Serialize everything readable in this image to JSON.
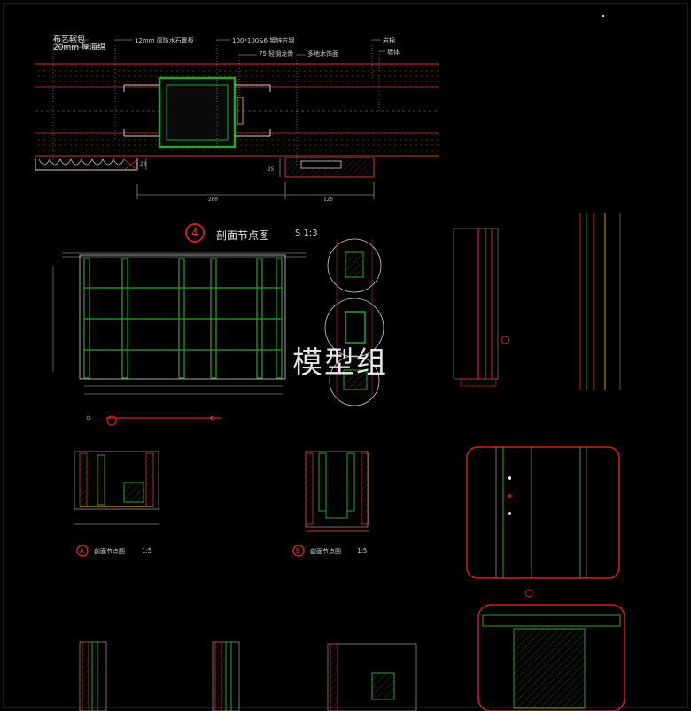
{
  "watermark": "模型组",
  "top_detail": {
    "labels": {
      "fabric": "布艺软包",
      "sponge": "20mm 厚海绵",
      "board": "12mm 厚防水石膏板",
      "steel": "100*100&6 镀锌方钢",
      "keel": "75 轻钢龙骨",
      "wood": "多地木饰面",
      "acoustic": "岩棉",
      "wall": "墙体"
    },
    "dims": {
      "a": "200",
      "b": "120",
      "v1": "20",
      "v2": "25"
    },
    "title_num": "4",
    "title": "剖面节点图",
    "scale": "S 1:3"
  },
  "section_a": {
    "letter": "A",
    "title": "剖面节点图",
    "scale": "1:5"
  },
  "section_b": {
    "letter": "B",
    "title": "剖面节点图",
    "scale": "1:5"
  }
}
